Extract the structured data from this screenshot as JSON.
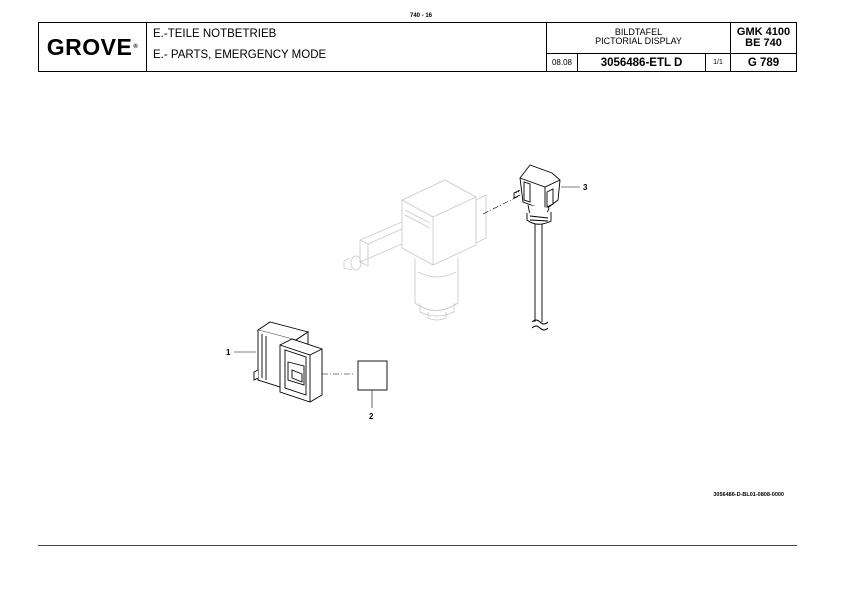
{
  "header": {
    "page_number": "740 - 16",
    "logo_text": "GROVE",
    "logo_mark": "®",
    "title_de": "E.-TEILE NOTBETRIEB",
    "title_en": "E.- PARTS, EMERGENCY MODE",
    "bildtafel": "BILDTAFEL",
    "pictorial_display": "PICTORIAL DISPLAY",
    "date": "08.08",
    "document_number": "3056486-ETL D",
    "sheet": "1/1",
    "model": "GMK 4100",
    "model_sub": "BE 740",
    "group": "G 789"
  },
  "drawing": {
    "callouts": [
      "1",
      "2",
      "3"
    ],
    "drawing_id": "3056486-D-BL01-0808-0000"
  }
}
